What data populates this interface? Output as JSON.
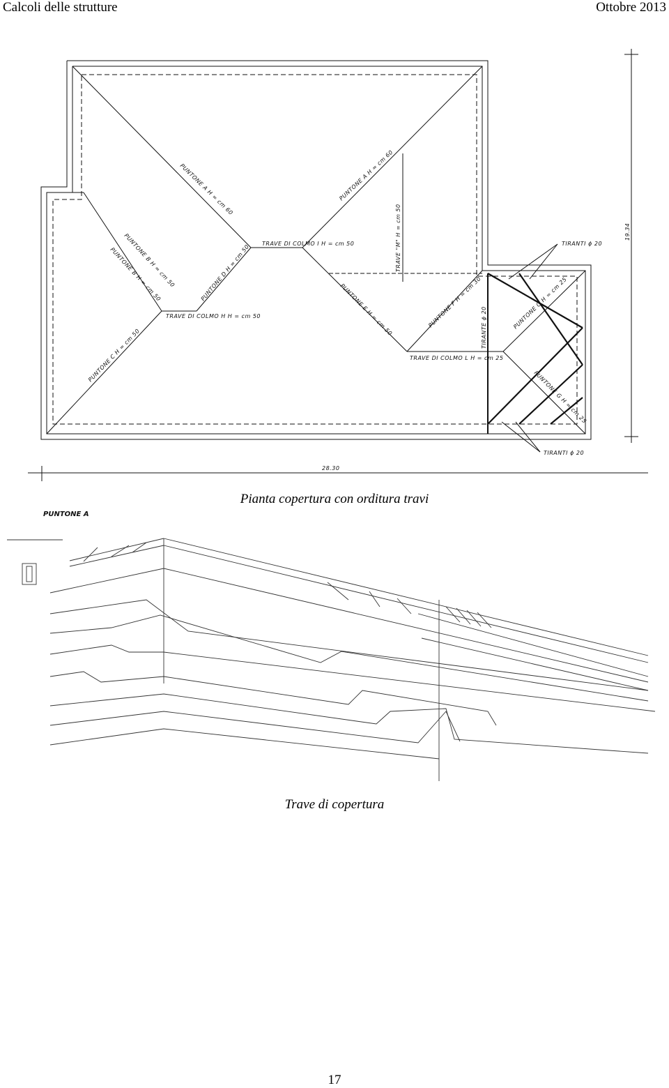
{
  "header": {
    "left": "Calcoli delle strutture",
    "right": "Ottobre 2013"
  },
  "plan": {
    "caption": "Pianta copertura con orditura travi",
    "labels": {
      "puntone_a": "PUNTONE A  H = cm 60",
      "puntone_a2": "PUNTONE A  H = cm 60",
      "puntone_b": "PUNTONE B  H = cm 50",
      "puntone_b2": "PUNTONE B  H = cm 50",
      "puntone_c": "PUNTONE C  H = cm 50",
      "puntone_d": "PUNTONE D  H = cm 50",
      "puntone_e": "PUNTONE E  H = cm 50",
      "puntone_f": "PUNTONE F  H = cm 30",
      "puntone_g": "PUNTONE G  H = cm 25",
      "puntone_g2": "PUNTONE G  H = cm 25",
      "trave_colmo_i": "TRAVE DI COLMO   I   H = cm 50",
      "trave_colmo_h": "TRAVE DI COLMO   H     H = cm 50",
      "trave_colmo_l": "TRAVE DI COLMO   L  H = cm 25",
      "trave_m": "TRAVE \"M\"  H = cm 50",
      "tirante": "TIRANTE  ϕ 20",
      "tiranti_top": "TIRANTI  ϕ 20",
      "tiranti_bottom": "TIRANTI  ϕ 20",
      "dim_width": "28.30",
      "dim_height": "19.34"
    }
  },
  "beam": {
    "caption": "Trave di copertura",
    "title": "PUNTONE A"
  },
  "footer": {
    "page_number": "17"
  }
}
